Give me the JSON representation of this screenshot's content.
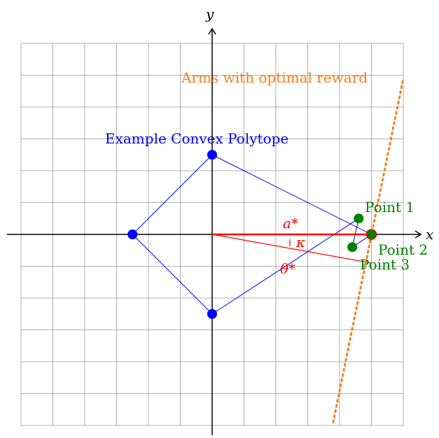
{
  "axes": {
    "x_label": "x",
    "y_label": "y"
  },
  "polytope": {
    "label": "Example Convex Polytope",
    "vertices": [
      [
        0,
        2.5
      ],
      [
        -2.5,
        0
      ],
      [
        0,
        -2.5
      ],
      [
        4.6,
        0.5
      ],
      [
        4.4,
        -0.4
      ],
      [
        5.0,
        0
      ]
    ]
  },
  "points": [
    {
      "label": "Point 1",
      "x": 4.6,
      "y": 0.5
    },
    {
      "label": "Point 2",
      "x": 5.0,
      "y": 0
    },
    {
      "label": "Point 3",
      "x": 4.4,
      "y": -0.4
    }
  ],
  "optimal_line": {
    "label": "Arms with optimal reward",
    "from": [
      3.8,
      -5.9
    ],
    "to": [
      6.0,
      4.9
    ]
  },
  "vectors": {
    "a_star": {
      "label": "a*",
      "to": [
        5.0,
        0
      ]
    },
    "theta_star": {
      "label": "θ*",
      "to": [
        5.0,
        -0.9
      ]
    },
    "kappa": {
      "label": "κ"
    }
  },
  "colors": {
    "polytope": "#0000ff",
    "points": "#008000",
    "vectors": "#ff0000",
    "optimal_line": "#f08020",
    "grid": "#999999",
    "axes": "#000000"
  }
}
